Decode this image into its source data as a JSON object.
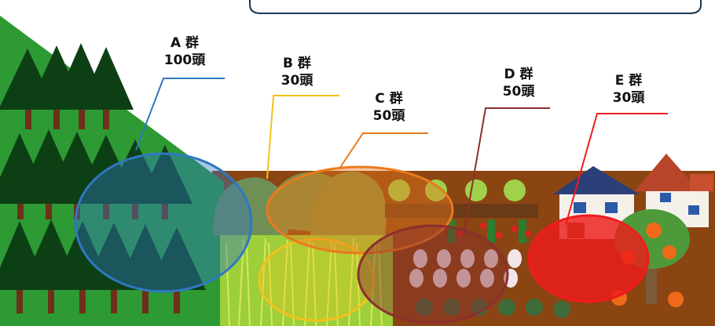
{
  "groups": [
    {
      "id": "a",
      "name": "A 群",
      "count": "100頭",
      "color": "#2f78c2"
    },
    {
      "id": "b",
      "name": "B 群",
      "count": "30頭",
      "color": "#f3c21c"
    },
    {
      "id": "c",
      "name": "C 群",
      "count": "50頭",
      "color": "#ea7a1e"
    },
    {
      "id": "d",
      "name": "D 群",
      "count": "50頭",
      "color": "#8c2f2f"
    },
    {
      "id": "e",
      "name": "E 群",
      "count": "30頭",
      "color": "#ee1c1c"
    }
  ],
  "colors": {
    "forest": "#2d9a34",
    "tree": "#0d3f15",
    "trunk": "#6e3018",
    "soil": "#8b4512",
    "grass": "#9ccf3a",
    "house_roof": "#b8452a",
    "persimmon": "#ee6a1a"
  }
}
